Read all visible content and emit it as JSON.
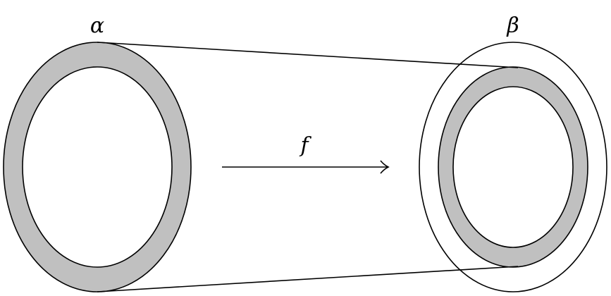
{
  "labels": {
    "source": "α",
    "target": "β",
    "map": "f"
  },
  "colors": {
    "annulus_fill": "#c0c0c0",
    "stroke": "#000000"
  }
}
